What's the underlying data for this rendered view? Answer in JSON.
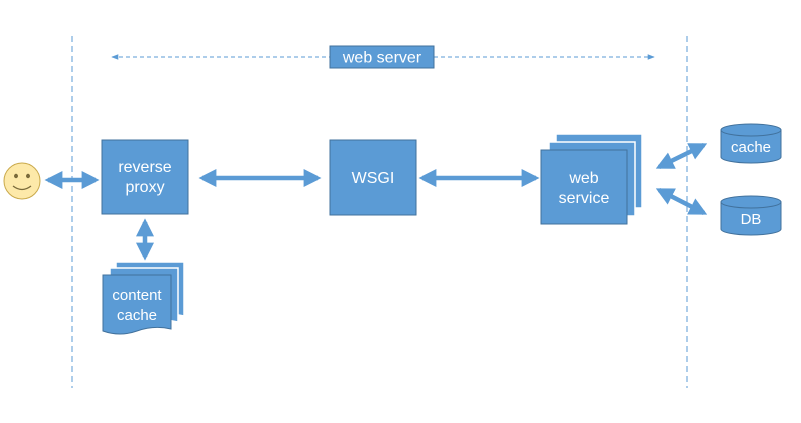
{
  "diagram": {
    "region_label": "web server",
    "client_icon": "smiley-face-icon",
    "nodes": {
      "reverse_proxy": {
        "line1": "reverse",
        "line2": "proxy"
      },
      "wsgi": {
        "label": "WSGI"
      },
      "web_service": {
        "line1": "web",
        "line2": "service"
      },
      "content_cache": {
        "line1": "content",
        "line2": "cache"
      },
      "cache_db": {
        "label": "cache"
      },
      "db": {
        "label": "DB"
      }
    }
  },
  "colors": {
    "box_fill": "#5b9bd5",
    "box_stroke": "#41719c",
    "arrow": "#5b9bd5",
    "dashed_line": "#5b9bd5",
    "face_fill": "#fde9a9",
    "face_stroke": "#c9a94b",
    "text": "#ffffff"
  }
}
